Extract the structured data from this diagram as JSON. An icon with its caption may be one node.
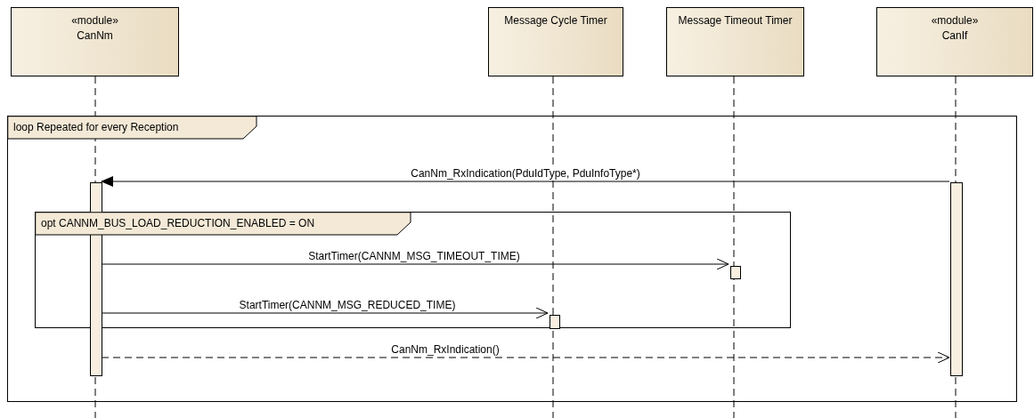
{
  "diagram": {
    "nodes": [
      {
        "text": [
          "«module»",
          "CanNm"
        ]
      },
      {
        "text": [
          "Message Cycle Timer"
        ]
      },
      {
        "text": [
          "Message Timeout Timer"
        ]
      },
      {
        "text": [
          "«module»",
          "CanIf"
        ]
      },
      {
        "text": [
          "loop Repeated for every Reception"
        ]
      },
      {
        "text": [],
        "shape": "bar",
        "in": 4
      },
      {
        "text": [],
        "shape": "bar",
        "in": 4
      },
      {
        "text": [
          "opt CANNM_BUS_LOAD_REDUCTION_ENABLED = ON"
        ],
        "in": 4
      },
      {
        "text": [],
        "shape": "bar",
        "in": 7
      },
      {
        "text": [],
        "shape": "bar",
        "in": 7
      }
    ],
    "edges": [
      {
        "from": 6,
        "to": 5,
        "arrow": "to",
        "label": "CanNm_RxIndication(PduIdType, PduInfoType*)"
      },
      {
        "from": 5,
        "to": 8,
        "arrow": "to",
        "label": "StartTimer(CANNM_MSG_TIMEOUT_TIME)"
      },
      {
        "from": 5,
        "to": 9,
        "arrow": "to",
        "label": "StartTimer(CANNM_MSG_REDUCED_TIME)"
      },
      {
        "from": 5,
        "to": 6,
        "arrow": "to",
        "label": "CanNm_RxIndication()",
        "style": "dashed"
      }
    ]
  }
}
